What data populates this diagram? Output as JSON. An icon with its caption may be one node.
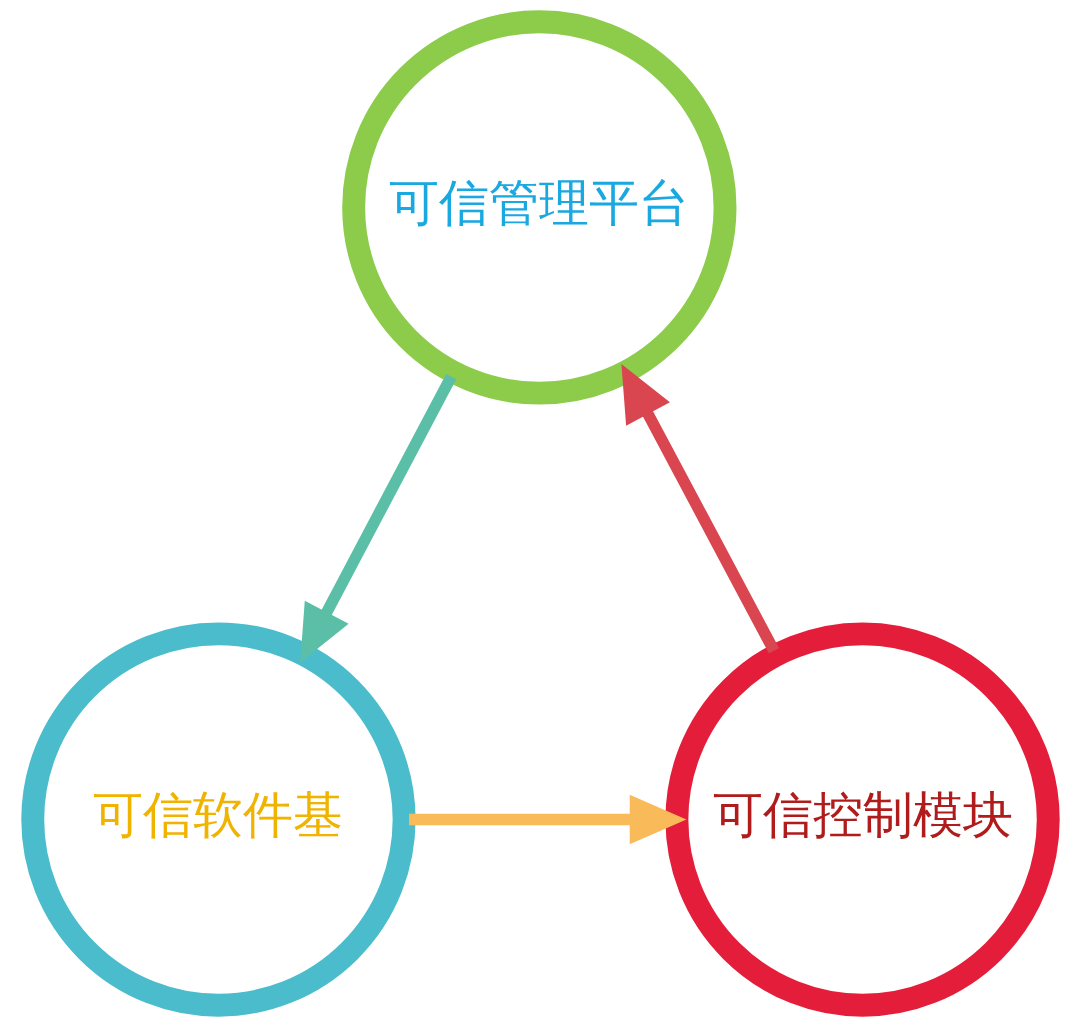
{
  "diagram": {
    "nodes": [
      {
        "text": [
          "可信管理平台"
        ]
      },
      {
        "text": [
          "可信控制模块"
        ]
      },
      {
        "text": [
          "可信软件基"
        ]
      }
    ],
    "edges": [
      {
        "from": 0,
        "to": 2,
        "arrow": "to",
        "color": "#5bbfa8"
      },
      {
        "from": 2,
        "to": 1,
        "arrow": "to",
        "color": "#f9bb5a"
      },
      {
        "from": 1,
        "to": 0,
        "arrow": "to",
        "color": "#d9464f"
      }
    ]
  }
}
